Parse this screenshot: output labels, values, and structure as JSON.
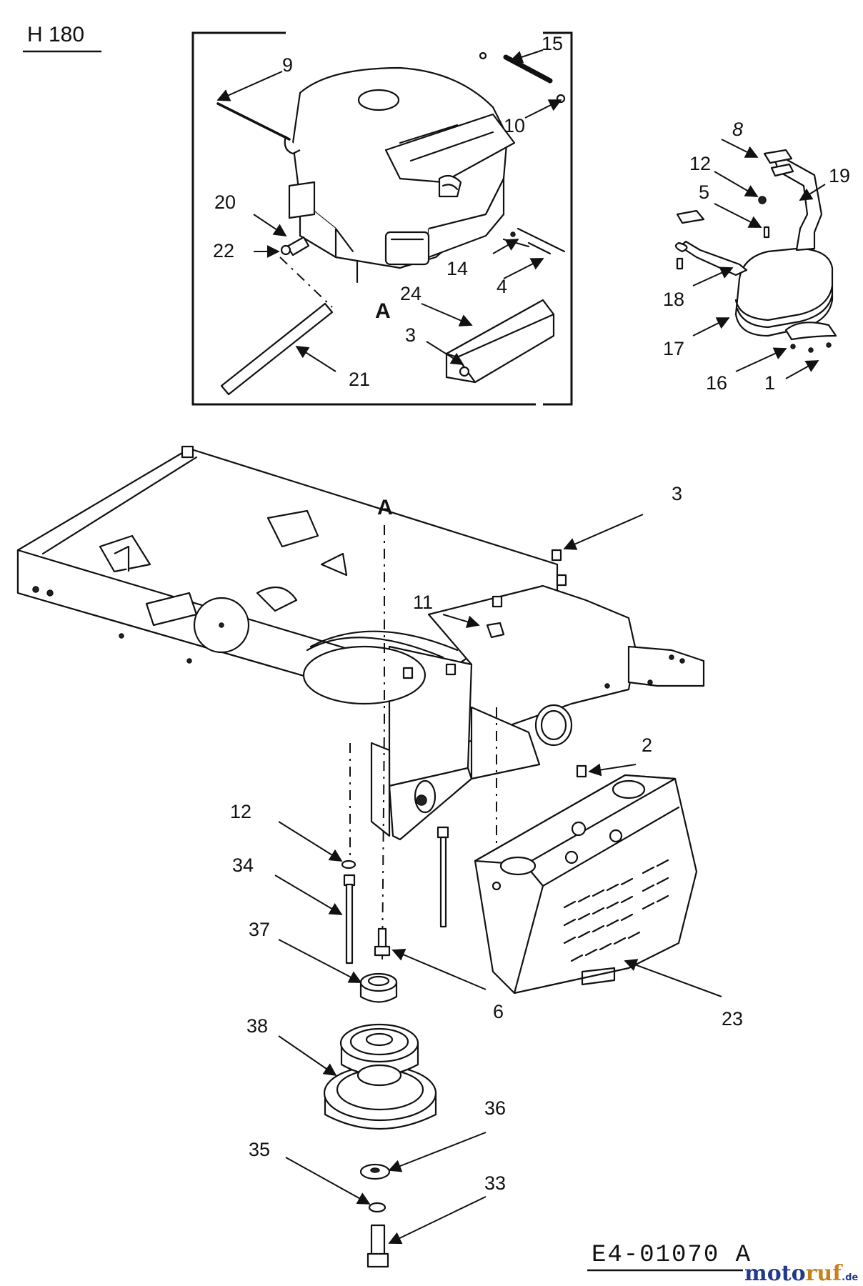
{
  "model": "H 180",
  "drawing_number": "E4-01070 A",
  "watermark": "motoruf.de",
  "section_marker": "A",
  "callouts": [
    "1",
    "2",
    "3",
    "4",
    "5",
    "6",
    "8",
    "9",
    "10",
    "11",
    "12",
    "14",
    "15",
    "16",
    "17",
    "18",
    "19",
    "20",
    "21",
    "22",
    "23",
    "24",
    "33",
    "34",
    "35",
    "36",
    "37",
    "38"
  ]
}
